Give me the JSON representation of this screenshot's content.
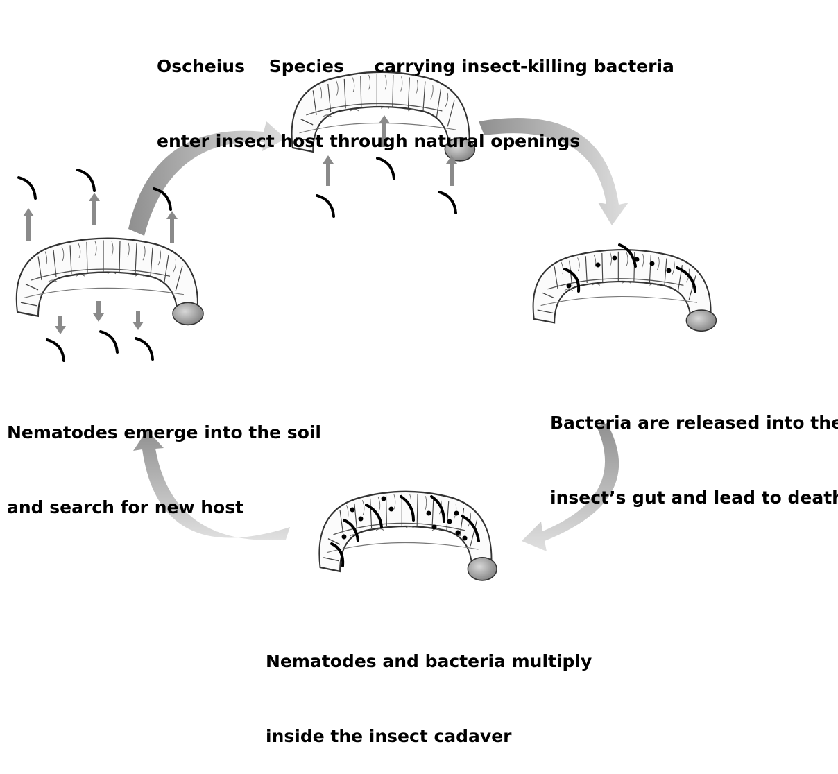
{
  "labels": {
    "top": {
      "line1": "Oscheius    Species     carrying insect-killing bacteria",
      "line2": "enter insect host through natural openings"
    },
    "right": {
      "line1": "Bacteria are released into the",
      "line2": "insect’s gut and lead to death"
    },
    "bottom": {
      "line1": "Nematodes and bacteria multiply",
      "line2": "inside the insect cadaver"
    },
    "left": {
      "line1": "Nematodes emerge into the soil",
      "line2": "and search for new host"
    }
  },
  "colors": {
    "cycle_arrow": "#b5b5b5",
    "small_arrow": "#8a8a8a",
    "nematode": "#000000",
    "larva_outline": "#333333",
    "larva_head": "#9a9a9a"
  }
}
